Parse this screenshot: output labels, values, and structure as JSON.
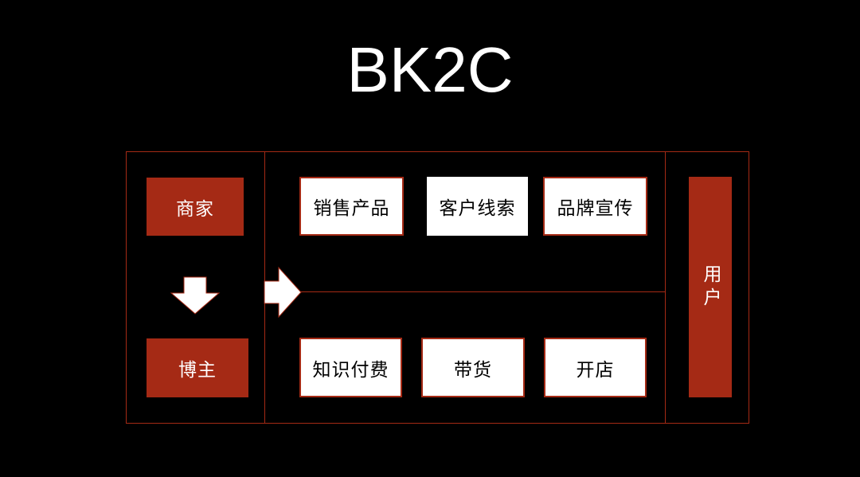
{
  "title": "BK2C",
  "left": {
    "top": "商家",
    "bottom": "博主"
  },
  "middle": {
    "row1": [
      "销售产品",
      "客户线索",
      "品牌宣传"
    ],
    "row2": [
      "知识付费",
      "带货",
      "开店"
    ]
  },
  "right": "用户",
  "colors": {
    "accent": "#a52a15",
    "background": "#000000",
    "text": "#ffffff"
  },
  "icons": {
    "down_arrow": "arrow-down-icon",
    "right_arrow": "arrow-right-icon"
  }
}
